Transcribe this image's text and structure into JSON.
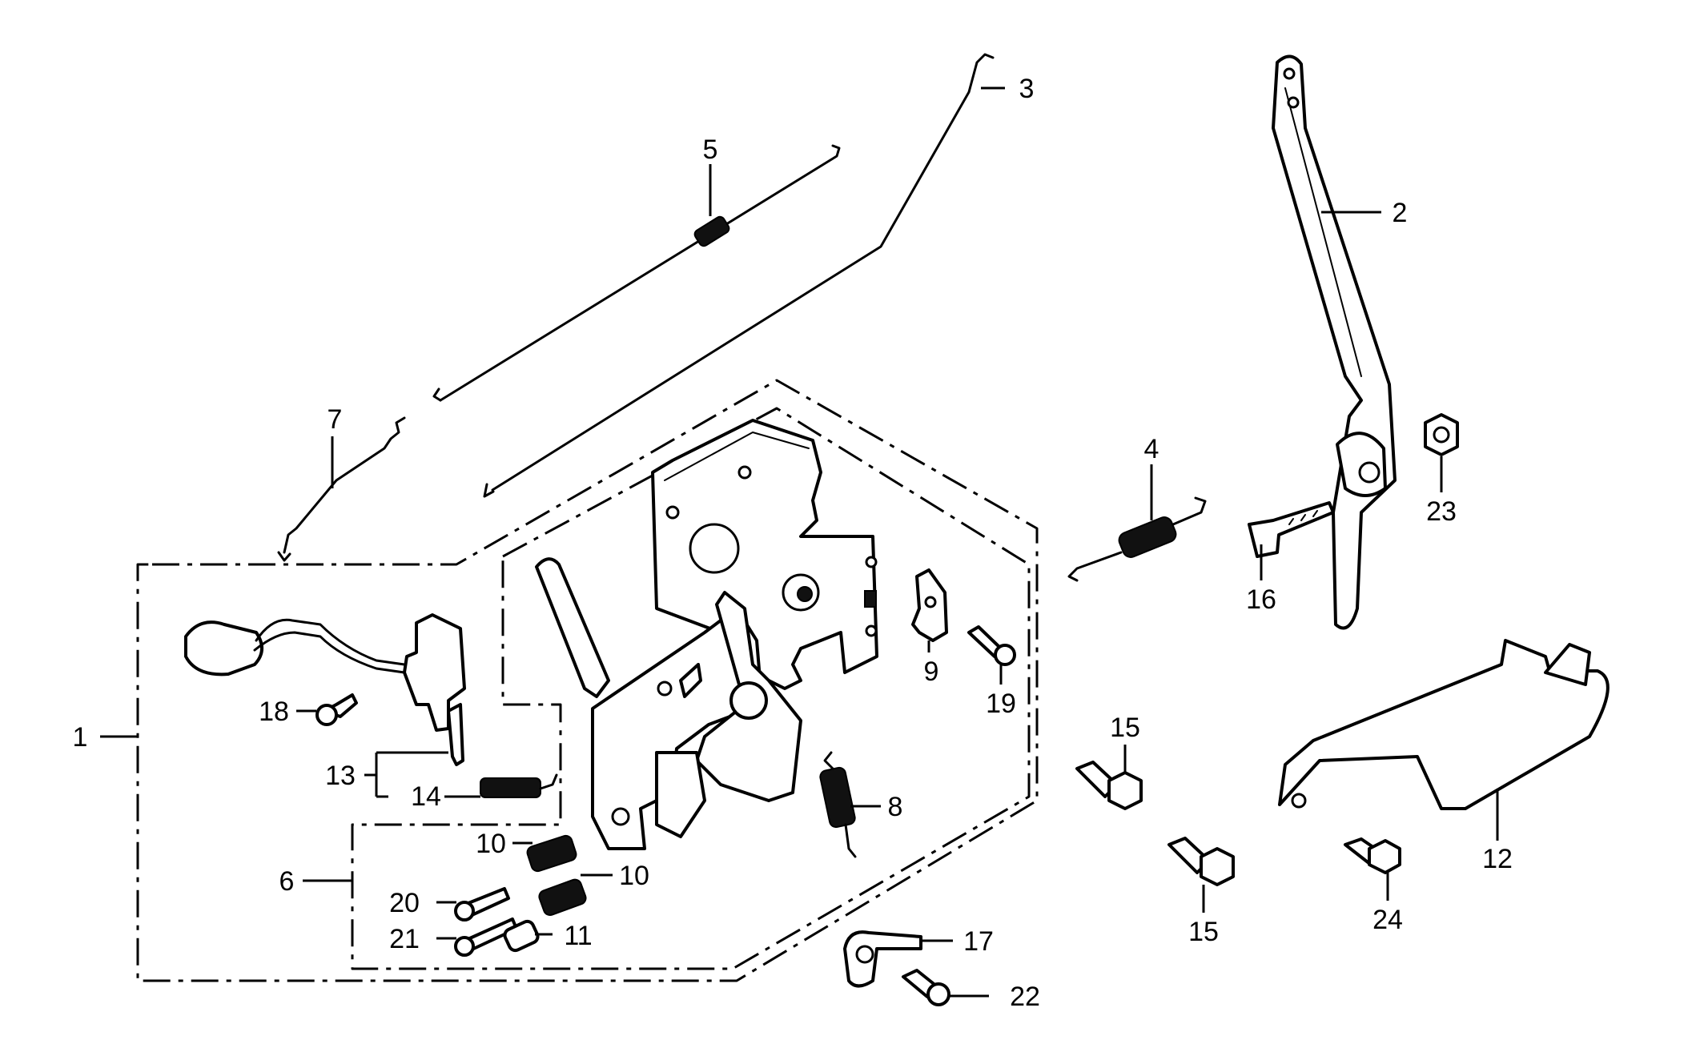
{
  "callouts": [
    {
      "id": "1",
      "text": "1"
    },
    {
      "id": "2",
      "text": "2"
    },
    {
      "id": "3",
      "text": "3"
    },
    {
      "id": "4",
      "text": "4"
    },
    {
      "id": "5",
      "text": "5"
    },
    {
      "id": "6",
      "text": "6"
    },
    {
      "id": "7",
      "text": "7"
    },
    {
      "id": "8",
      "text": "8"
    },
    {
      "id": "9",
      "text": "9"
    },
    {
      "id": "10a",
      "text": "10"
    },
    {
      "id": "10b",
      "text": "10"
    },
    {
      "id": "11",
      "text": "11"
    },
    {
      "id": "12",
      "text": "12"
    },
    {
      "id": "13",
      "text": "13"
    },
    {
      "id": "14",
      "text": "14"
    },
    {
      "id": "15a",
      "text": "15"
    },
    {
      "id": "15b",
      "text": "15"
    },
    {
      "id": "16",
      "text": "16"
    },
    {
      "id": "17",
      "text": "17"
    },
    {
      "id": "18",
      "text": "18"
    },
    {
      "id": "19",
      "text": "19"
    },
    {
      "id": "20",
      "text": "20"
    },
    {
      "id": "21",
      "text": "21"
    },
    {
      "id": "22",
      "text": "22"
    },
    {
      "id": "23",
      "text": "23"
    },
    {
      "id": "24",
      "text": "24"
    }
  ]
}
